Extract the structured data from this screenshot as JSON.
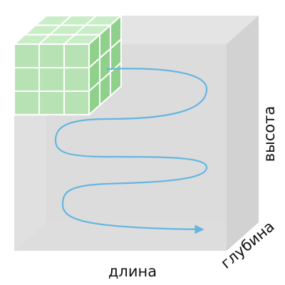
{
  "labels": {
    "length": "длина",
    "height": "высота",
    "depth": "глубина"
  },
  "colors": {
    "box_front": "#dedede",
    "box_top": "#e7e7e7",
    "box_right": "#d2d2d2",
    "box_back": "#cbcbcb",
    "box_inner_left": "#e9e9e9",
    "box_inner_floor": "#d6d6d6",
    "cube_front": "#b7e3b4",
    "cube_top": "#c9edc6",
    "cube_side": "#8fd08a",
    "cube_grid": "#ffffff",
    "path": "#64b6e0"
  },
  "cube_grid": {
    "rows": 3,
    "columns": 3,
    "layers": 3
  }
}
